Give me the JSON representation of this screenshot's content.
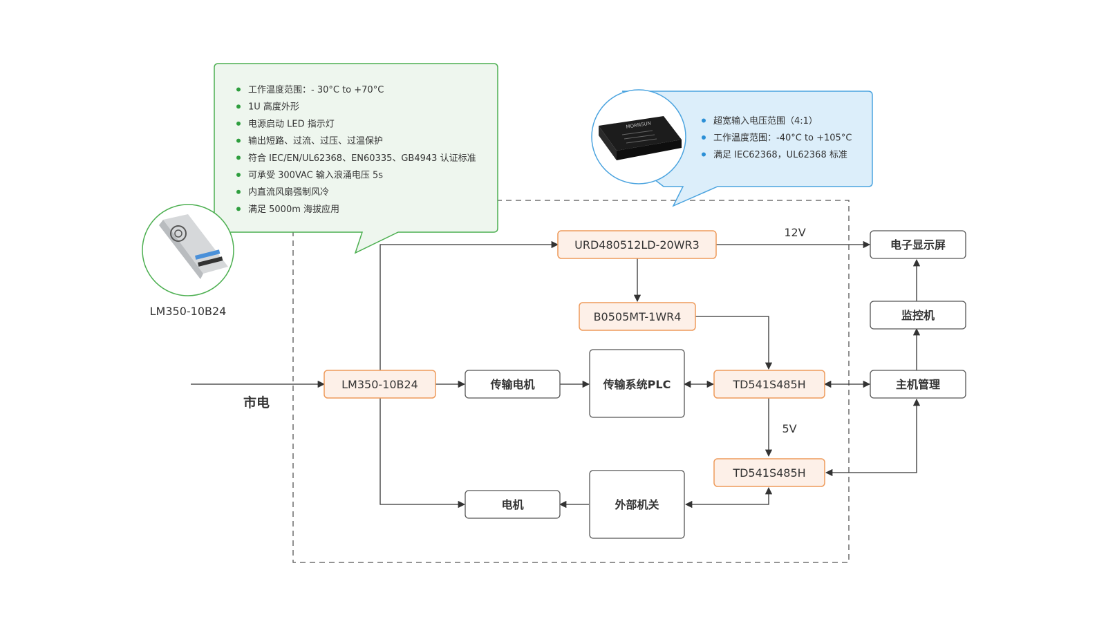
{
  "colors": {
    "orange_fill": "#fdf0e8",
    "orange_stroke": "#ee9a5a",
    "plain_stroke": "#555555",
    "green_fill": "#eef6ee",
    "green_stroke": "#4caf50",
    "green_bullet": "#2e9e3e",
    "blue_fill": "#dceefa",
    "blue_stroke": "#4aa3df",
    "blue_bullet": "#2b8fd6",
    "line": "#333333",
    "dashed": "#555555"
  },
  "mains_label": "市电",
  "product_caption": "LM350-10B24",
  "callout_green": {
    "items": [
      "工作温度范围：- 30°C to +70°C",
      "1U 高度外形",
      "电源启动 LED 指示灯",
      "输出短路、过流、过压、过温保护",
      "符合 IEC/EN/UL62368、EN60335、GB4943 认证标准",
      "可承受 300VAC 输入浪涌电压 5s",
      "内直流风扇强制风冷",
      "满足 5000m 海拔应用"
    ]
  },
  "callout_blue": {
    "items": [
      "超宽输入电压范围（4:1）",
      "工作温度范围：-40°C to +105°C",
      "满足 IEC62368，UL62368 标准"
    ]
  },
  "blocks": {
    "lm350": "LM350-10B24",
    "urd": "URD480512LD-20WR3",
    "b0505": "B0505MT-1WR4",
    "td1": "TD541S485H",
    "td2": "TD541S485H",
    "conveyor_motor": "传输电机",
    "conveyor_plc": "传输系统PLC",
    "motor": "电机",
    "external_switch": "外部机关",
    "display": "电子显示屏",
    "monitor": "监控机",
    "host": "主机管理"
  },
  "edge_labels": {
    "v12": "12V",
    "v5": "5V"
  }
}
